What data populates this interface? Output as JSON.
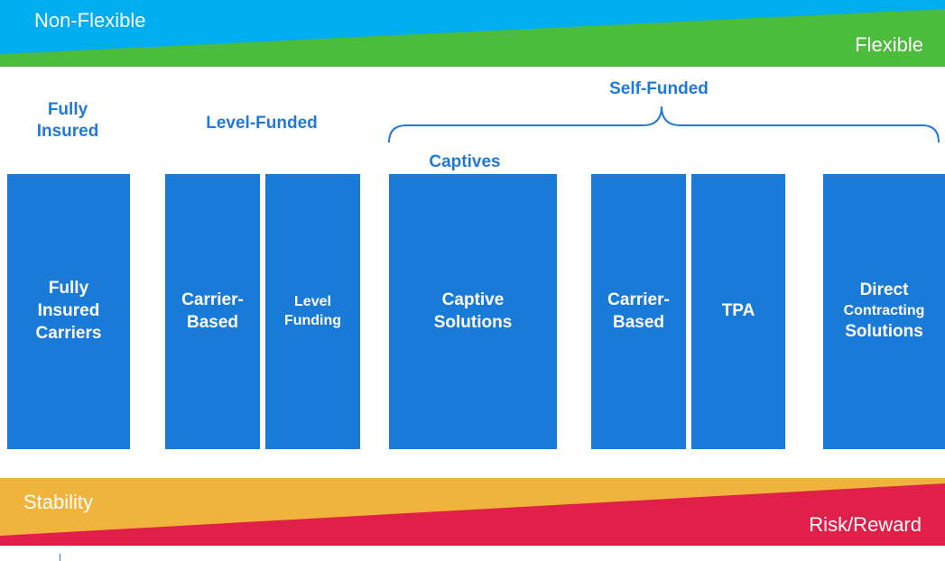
{
  "top_band": {
    "left_label": "Non-Flexible",
    "right_label": "Flexible",
    "left_color": "#00aeef",
    "right_color": "#4cbc3c"
  },
  "bottom_band": {
    "left_label": "Stability",
    "right_label": "Risk/Reward",
    "left_color": "#f0b43c",
    "right_color": "#e02048"
  },
  "headings": {
    "fully_insured": [
      "Fully",
      "Insured"
    ],
    "level_funded": "Level-Funded",
    "self_funded": "Self-Funded",
    "captives": "Captives"
  },
  "boxes": {
    "fully_insured_carriers": [
      "Fully",
      "Insured",
      "Carriers"
    ],
    "carrier_based_1": [
      "Carrier-",
      "Based"
    ],
    "level_funding": [
      "Level",
      "Funding"
    ],
    "captive_solutions": [
      "Captive",
      "Solutions"
    ],
    "carrier_based_2": [
      "Carrier-",
      "Based"
    ],
    "tpa": [
      "TPA"
    ],
    "direct_contracting": [
      "Direct",
      "Contracting",
      "Solutions"
    ]
  },
  "colors": {
    "box": "#1a7ad8",
    "heading": "#1f7ad6"
  }
}
